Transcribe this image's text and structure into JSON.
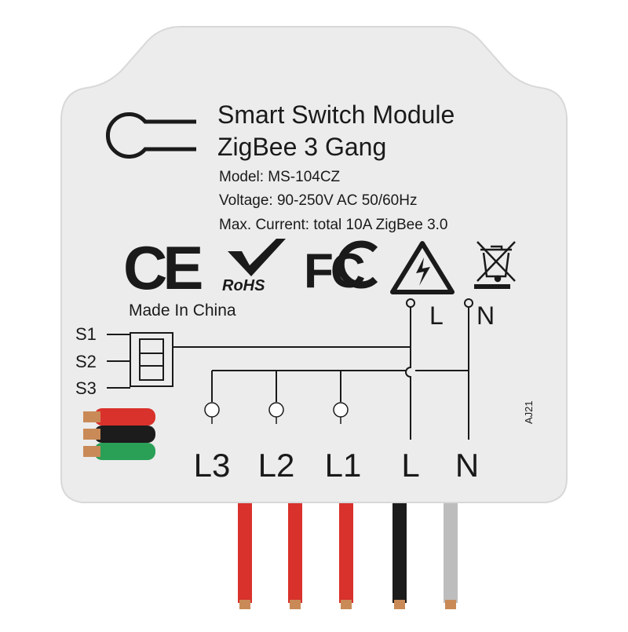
{
  "product": {
    "title": "Smart Switch Module",
    "subtitle": "ZigBee 3 Gang",
    "model": "Model: MS-104CZ",
    "voltage": "Voltage: 90-250V AC 50/60Hz",
    "current": "Max. Current: total 10A ZigBee 3.0",
    "origin": "Made In China",
    "batch_code": "AJ21"
  },
  "certifications": {
    "ce": "CE",
    "rohs": "RoHS",
    "fcc": "FC"
  },
  "input_terminals": {
    "live": "L",
    "neutral": "N"
  },
  "switch_inputs": [
    "S1",
    "S2",
    "S3"
  ],
  "outputs": [
    "L3",
    "L2",
    "L1",
    "L",
    "N"
  ],
  "colors": {
    "body": "#ececec",
    "ink": "#1a1a1a",
    "wire_red": "#d9312b",
    "wire_black": "#1c1c1c",
    "wire_grey": "#bdbdbd",
    "wire_green": "#2aa057"
  },
  "icons": [
    "mount-hole-icon",
    "ce-mark-icon",
    "rohs-check-icon",
    "fcc-logo-icon",
    "high-voltage-warning-icon",
    "weee-crossed-bin-icon",
    "lamp-icon"
  ]
}
